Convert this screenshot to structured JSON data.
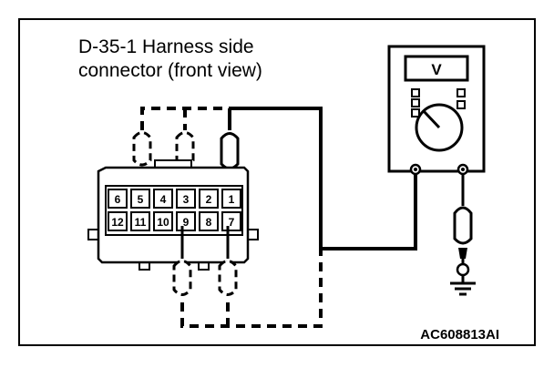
{
  "title": {
    "line1": "D-35-1 Harness side",
    "line2": "connector (front view)"
  },
  "connector": {
    "pins_top_row": [
      "6",
      "5",
      "4",
      "3",
      "2",
      "1"
    ],
    "pins_bottom_row": [
      "12",
      "11",
      "10",
      "9",
      "8",
      "7"
    ]
  },
  "meter": {
    "display_label": "V"
  },
  "figure_id": "AC608813AI",
  "icons": {
    "ground": "ground-symbol-icon",
    "probe": "test-probe-icon",
    "meter": "voltmeter-icon"
  }
}
